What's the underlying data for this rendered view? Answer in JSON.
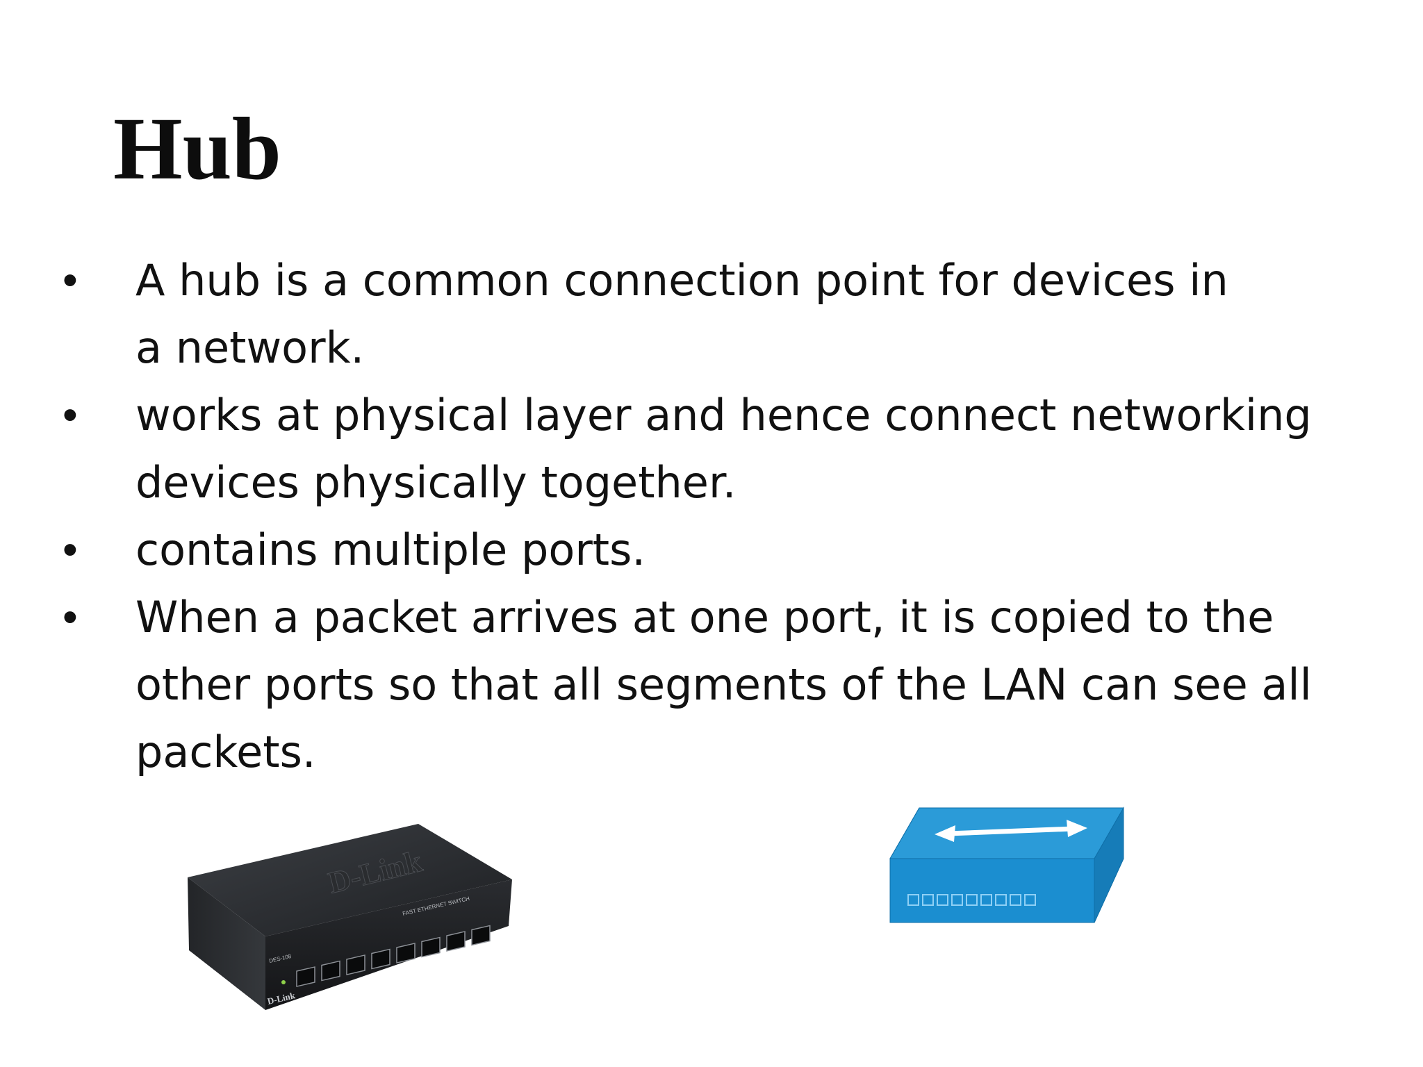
{
  "slide": {
    "title": "Hub",
    "bullets": [
      {
        "lines": [
          "A hub is a common connection point for devices in",
          "a network."
        ]
      },
      {
        "lines": [
          "works at physical layer and hence connect networking",
          "devices physically together."
        ]
      },
      {
        "lines": [
          "contains multiple ports."
        ]
      },
      {
        "lines": [
          "When a packet arrives at one port, it is copied to the",
          "other ports so that all segments of the LAN can see all",
          "packets."
        ]
      }
    ],
    "bullet_glyph": "•"
  },
  "images": {
    "photo": {
      "brand": "D-Link",
      "front_label": "FAST ETHERNET SWITCH",
      "model": "DES-108",
      "port_count": 8
    },
    "icon": {
      "name": "hub-icon",
      "fill": "#1a8fd1",
      "port_slots": 9
    }
  }
}
